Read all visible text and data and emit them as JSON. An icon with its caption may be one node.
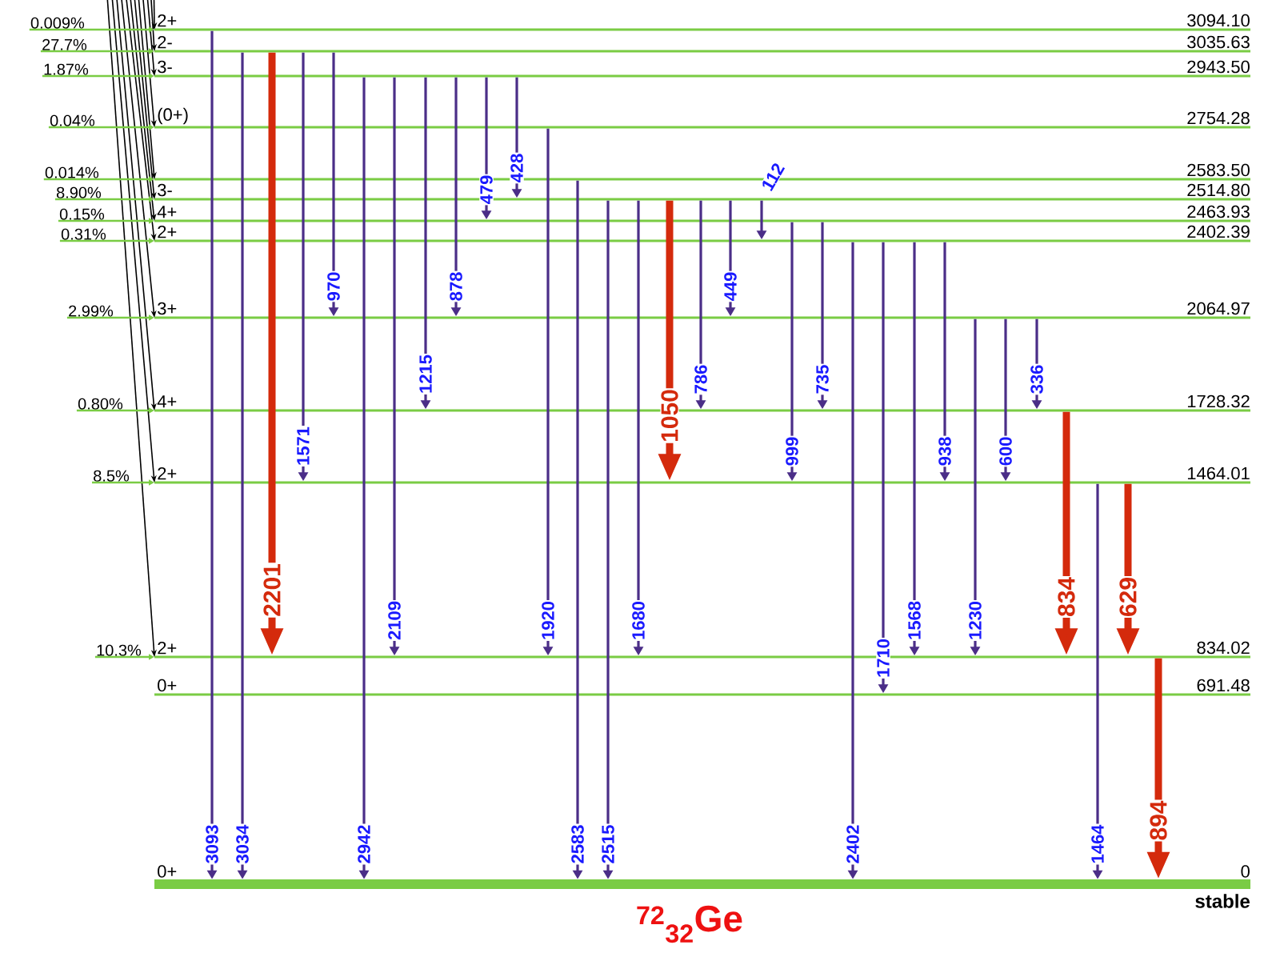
{
  "diagram": {
    "nodes": [
      {
        "text": [
          "2+",
          "3094.10"
        ]
      },
      {
        "text": [
          "2-",
          "3035.63"
        ]
      },
      {
        "text": [
          "3-",
          "2943.50"
        ]
      },
      {
        "text": [
          "(0+)",
          "2754.28"
        ]
      },
      {
        "text": [
          "2583.50"
        ]
      },
      {
        "text": [
          "3-",
          "2514.80"
        ]
      },
      {
        "text": [
          "4+",
          "2463.93"
        ]
      },
      {
        "text": [
          "2+",
          "2402.39"
        ]
      },
      {
        "text": [
          "3+",
          "2064.97"
        ]
      },
      {
        "text": [
          "4+",
          "1728.32"
        ]
      },
      {
        "text": [
          "2+",
          "1464.01"
        ]
      },
      {
        "text": [
          "2+",
          "834.02"
        ]
      },
      {
        "text": [
          "0+",
          "691.48"
        ]
      },
      {
        "text": [
          "0+",
          "0"
        ],
        "beside": [
          "stable",
          "$^{72}$$_{32}$Ge"
        ]
      },
      {
        "text": [
          "0.009%"
        ]
      },
      {
        "text": [
          "27.7%"
        ]
      },
      {
        "text": [
          "1.87%"
        ]
      },
      {
        "text": [
          "0.04%"
        ]
      },
      {
        "text": [
          "0.014%"
        ]
      },
      {
        "text": [
          "8.90%"
        ]
      },
      {
        "text": [
          "0.15%"
        ]
      },
      {
        "text": [
          "0.31%"
        ]
      },
      {
        "text": [
          "2.99%"
        ]
      },
      {
        "text": [
          "0.80%"
        ]
      },
      {
        "text": [
          "8.5%"
        ]
      },
      {
        "text": [
          "10.3%"
        ]
      }
    ],
    "edges": [
      {
        "from": null,
        "to": 0,
        "arrow": "to",
        "color": "#000000"
      },
      {
        "from": null,
        "to": 1,
        "arrow": "to",
        "color": "#000000"
      },
      {
        "from": null,
        "to": 2,
        "arrow": "to",
        "color": "#000000"
      },
      {
        "from": null,
        "to": 3,
        "arrow": "to",
        "color": "#000000"
      },
      {
        "from": null,
        "to": 4,
        "arrow": "to",
        "color": "#000000"
      },
      {
        "from": null,
        "to": 5,
        "arrow": "to",
        "color": "#000000"
      },
      {
        "from": null,
        "to": 6,
        "arrow": "to",
        "color": "#000000"
      },
      {
        "from": null,
        "to": 7,
        "arrow": "to",
        "color": "#000000"
      },
      {
        "from": null,
        "to": 8,
        "arrow": "to",
        "color": "#000000"
      },
      {
        "from": null,
        "to": 9,
        "arrow": "to",
        "color": "#000000"
      },
      {
        "from": null,
        "to": 10,
        "arrow": "to",
        "color": "#000000"
      },
      {
        "from": null,
        "to": 11,
        "arrow": "to",
        "color": "#000000"
      },
      {
        "from": 14,
        "to": 0,
        "arrow": "to",
        "color": "#7acc44"
      },
      {
        "from": 15,
        "to": 1,
        "arrow": "to",
        "color": "#7acc44"
      },
      {
        "from": 16,
        "to": 2,
        "arrow": "to",
        "color": "#7acc44"
      },
      {
        "from": 17,
        "to": 3,
        "arrow": "to",
        "color": "#7acc44"
      },
      {
        "from": 18,
        "to": 4,
        "arrow": "to",
        "color": "#7acc44"
      },
      {
        "from": 19,
        "to": 5,
        "arrow": "to",
        "color": "#7acc44"
      },
      {
        "from": 20,
        "to": 6,
        "arrow": "to",
        "color": "#7acc44"
      },
      {
        "from": 21,
        "to": 7,
        "arrow": "to",
        "color": "#7acc44"
      },
      {
        "from": 22,
        "to": 8,
        "arrow": "to",
        "color": "#7acc44"
      },
      {
        "from": 23,
        "to": 9,
        "arrow": "to",
        "color": "#7acc44"
      },
      {
        "from": 24,
        "to": 10,
        "arrow": "to",
        "color": "#7acc44"
      },
      {
        "from": 25,
        "to": 11,
        "arrow": "to",
        "color": "#7acc44"
      },
      {
        "from": 0,
        "to": 13,
        "arrow": "to",
        "label": "3093"
      },
      {
        "from": 1,
        "to": 13,
        "arrow": "to",
        "label": "3034"
      },
      {
        "from": 1,
        "to": 11,
        "arrow": "to",
        "label": "2201",
        "style": "thick",
        "color": "#d42a0c"
      },
      {
        "from": 1,
        "to": 10,
        "arrow": "to",
        "label": "1571"
      },
      {
        "from": 1,
        "to": 8,
        "arrow": "to",
        "label": "970"
      },
      {
        "from": 2,
        "to": 13,
        "arrow": "to",
        "label": "2942"
      },
      {
        "from": 2,
        "to": 11,
        "arrow": "to",
        "label": "2109"
      },
      {
        "from": 2,
        "to": 9,
        "arrow": "to",
        "label": "1215"
      },
      {
        "from": 2,
        "to": 8,
        "arrow": "to",
        "label": "878"
      },
      {
        "from": 2,
        "to": 6,
        "arrow": "to",
        "label": "479"
      },
      {
        "from": 2,
        "to": 5,
        "arrow": "to",
        "label": "428"
      },
      {
        "from": 3,
        "to": 11,
        "arrow": "to",
        "label": "1920"
      },
      {
        "from": 4,
        "to": 13,
        "arrow": "to",
        "label": "2583"
      },
      {
        "from": 5,
        "to": 13,
        "arrow": "to",
        "label": "2515"
      },
      {
        "from": 5,
        "to": 11,
        "arrow": "to",
        "label": "1680"
      },
      {
        "from": 5,
        "to": 10,
        "arrow": "to",
        "label": "1050",
        "style": "thick",
        "color": "#d42a0c"
      },
      {
        "from": 5,
        "to": 9,
        "arrow": "to",
        "label": "786"
      },
      {
        "from": 5,
        "to": 8,
        "arrow": "to",
        "label": "449"
      },
      {
        "from": 5,
        "to": 7,
        "arrow": "to",
        "label": "112"
      },
      {
        "from": 6,
        "to": 10,
        "arrow": "to",
        "label": "999"
      },
      {
        "from": 6,
        "to": 9,
        "arrow": "to",
        "label": "735"
      },
      {
        "from": 7,
        "to": 13,
        "arrow": "to",
        "label": "2402"
      },
      {
        "from": 7,
        "to": 12,
        "arrow": "to",
        "label": "1710"
      },
      {
        "from": 7,
        "to": 11,
        "arrow": "to",
        "label": "1568"
      },
      {
        "from": 7,
        "to": 10,
        "arrow": "to",
        "label": "938"
      },
      {
        "from": 8,
        "to": 11,
        "arrow": "to",
        "label": "1230"
      },
      {
        "from": 8,
        "to": 10,
        "arrow": "to",
        "label": "600"
      },
      {
        "from": 8,
        "to": 9,
        "arrow": "to",
        "label": "336"
      },
      {
        "from": 9,
        "to": 11,
        "arrow": "to",
        "label": "834",
        "style": "thick",
        "color": "#d42a0c"
      },
      {
        "from": 10,
        "to": 13,
        "arrow": "to",
        "label": "1464"
      },
      {
        "from": 10,
        "to": 11,
        "arrow": "to",
        "label": "629",
        "style": "thick",
        "color": "#d42a0c"
      },
      {
        "from": 11,
        "to": 13,
        "arrow": "to",
        "label": "894",
        "style": "thick",
        "color": "#d42a0c"
      }
    ]
  }
}
